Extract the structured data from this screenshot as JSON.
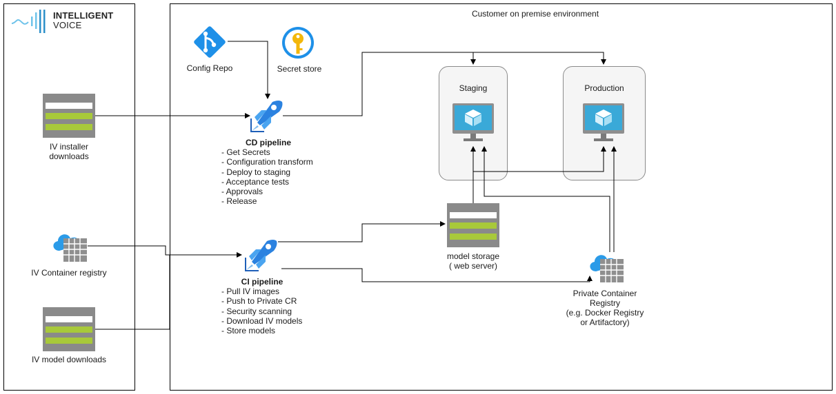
{
  "brand": {
    "line1": "INTELLIGENT",
    "line2": "VOICE"
  },
  "environment": {
    "title": "Customer on premise environment"
  },
  "nodes": {
    "iv_installer": {
      "label_line1": "IV installer",
      "label_line2": "downloads"
    },
    "iv_container_registry": {
      "label": "IV Container registry"
    },
    "iv_model_downloads": {
      "label": "IV model downloads"
    },
    "config_repo": {
      "label": "Config Repo"
    },
    "secret_store": {
      "label": "Secret store"
    },
    "staging": {
      "label": "Staging"
    },
    "production": {
      "label": "Production"
    },
    "model_storage": {
      "label_line1": "model storage",
      "label_line2": "( web server)"
    },
    "private_registry": {
      "label_line1": "Private Container",
      "label_line2": "Registry",
      "label_line3": "(e.g. Docker Registry",
      "label_line4": "or Artifactory)"
    }
  },
  "cd_pipeline": {
    "title": "CD pipeline",
    "steps": [
      "Get Secrets",
      "Configuration transform",
      "Deploy to staging",
      "Acceptance tests",
      "Approvals",
      "Release"
    ]
  },
  "ci_pipeline": {
    "title": "CI pipeline",
    "steps": [
      "Pull IV images",
      "Push to Private CR",
      "Security scanning",
      "Download IV models",
      "Store models"
    ]
  },
  "colors": {
    "azure_blue": "#1e90e8",
    "storage_green": "#a8c93a",
    "storage_gray": "#8a8a8a",
    "key_gold": "#f3b70a",
    "monitor_blue": "#3aa9d8"
  }
}
